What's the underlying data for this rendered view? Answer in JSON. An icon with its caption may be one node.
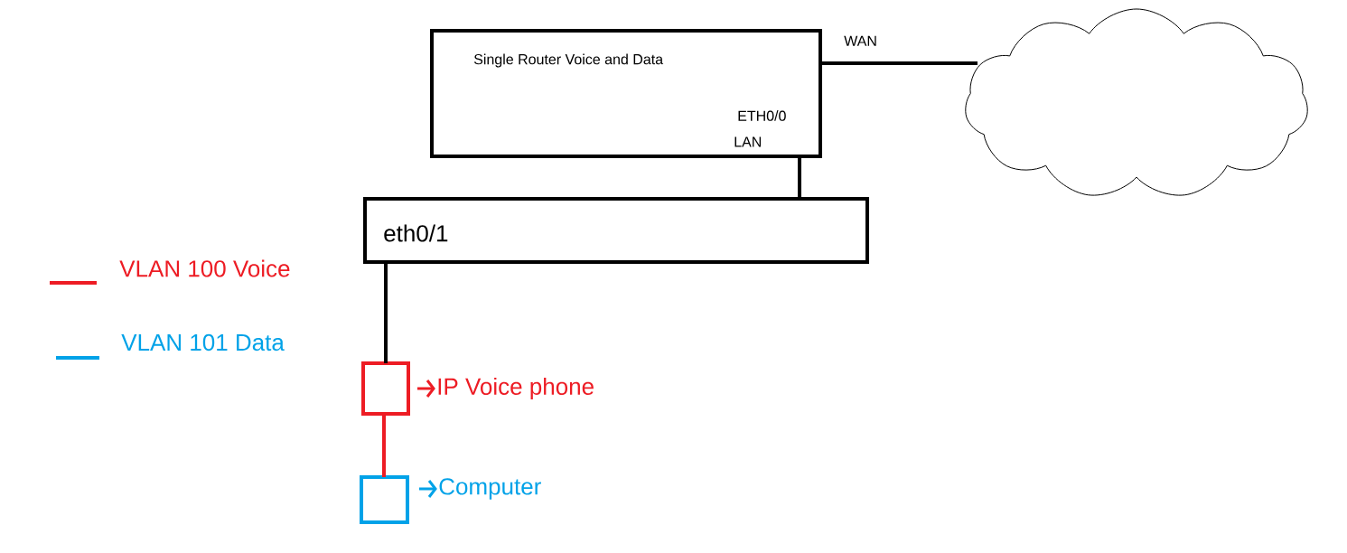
{
  "diagram": {
    "nodes": [
      {
        "text": [
          "Single Router Voice and Data",
          "ETH0/0",
          "LAN"
        ]
      },
      {
        "text": [],
        "shape": "cloud"
      },
      {
        "text": [
          "eth0/1"
        ]
      },
      {
        "text": [],
        "shape": "box",
        "beside": [
          "IP Voice phone"
        ]
      },
      {
        "text": [],
        "shape": "box",
        "beside": [
          "Computer"
        ]
      }
    ],
    "edges": [
      {
        "from": 0,
        "to": 1,
        "arrow": "none",
        "label": "WAN"
      },
      {
        "from": 0,
        "to": 2,
        "arrow": "none"
      },
      {
        "from": 2,
        "to": 3,
        "arrow": "none"
      },
      {
        "from": 3,
        "to": 4,
        "arrow": "none",
        "color": "#ed1c24"
      }
    ],
    "legend": [
      {
        "text": "VLAN 100 Voice",
        "color": "#ed1c24"
      },
      {
        "text": "VLAN 101 Data",
        "color": "#00a2e8"
      }
    ]
  }
}
